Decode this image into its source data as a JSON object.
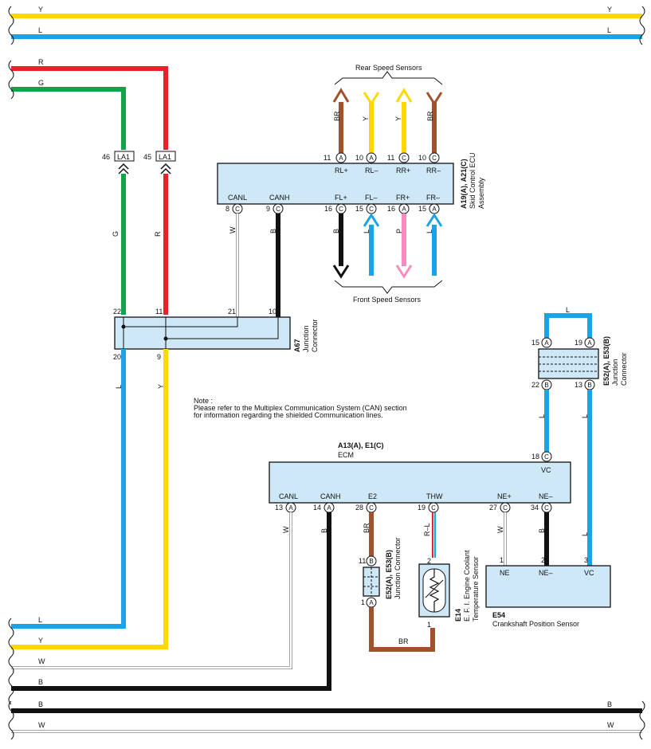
{
  "colors": {
    "Y": "#ffd800",
    "L": "#1aa3e8",
    "R": "#e8212a",
    "G": "#10a44a",
    "BR": "#a0522d",
    "B": "#111111",
    "P": "#f48cc0",
    "W": "#ffffff",
    "component_fill": "#cfe8f7"
  },
  "top_wires": {
    "y_label": "Y",
    "l_label": "L",
    "r_label": "R",
    "g_label": "G"
  },
  "bottom_wires": {
    "l_label": "L",
    "y_label": "Y",
    "w_label": "W",
    "b_label": "B",
    "b_bus_label": "B",
    "w_bus_label": "W"
  },
  "la1": {
    "left_pin": "46",
    "left_name": "LA1",
    "right_pin": "45",
    "right_name": "LA1",
    "g_label": "G",
    "r_label": "R"
  },
  "skid_ecu": {
    "code": "A19(A), A21(C)",
    "name_line1": "Skid Control ECU",
    "name_line2": "Assembly",
    "rear_caption": "Rear Speed Sensors",
    "front_caption": "Front Speed Sensors",
    "top_pins": [
      {
        "num": "11",
        "conn": "A",
        "term": "RL+",
        "wire": "BR"
      },
      {
        "num": "10",
        "conn": "A",
        "term": "RL–",
        "wire": "Y"
      },
      {
        "num": "11",
        "conn": "C",
        "term": "RR+",
        "wire": "Y"
      },
      {
        "num": "10",
        "conn": "C",
        "term": "RR–",
        "wire": "BR"
      }
    ],
    "bottom_pins": [
      {
        "num": "8",
        "conn": "C",
        "term": "CANL",
        "wire": "W"
      },
      {
        "num": "9",
        "conn": "C",
        "term": "CANH",
        "wire": "B"
      },
      {
        "num": "16",
        "conn": "C",
        "term": "FL+",
        "wire": "B"
      },
      {
        "num": "15",
        "conn": "C",
        "term": "FL–",
        "wire": "L"
      },
      {
        "num": "16",
        "conn": "A",
        "term": "FR+",
        "wire": "P"
      },
      {
        "num": "15",
        "conn": "A",
        "term": "FR–",
        "wire": "L"
      }
    ]
  },
  "a67": {
    "code": "A67",
    "name_line1": "Junction",
    "name_line2": "Connector",
    "top_pins": [
      "22",
      "11",
      "21",
      "10"
    ],
    "bottom_pins": [
      "20",
      "9"
    ],
    "l_label": "L",
    "y_label": "Y"
  },
  "note": {
    "line1": "Note :",
    "line2": "Please refer to the Multiplex Communication System (CAN) section",
    "line3": "for information regarding the shielded Communication lines."
  },
  "e52_top": {
    "code": "E52(A), E53(B)",
    "name_line1": "Junction",
    "name_line2": "Connector",
    "l_loop_label": "L",
    "pins_top": [
      {
        "num": "15",
        "conn": "A"
      },
      {
        "num": "19",
        "conn": "A"
      }
    ],
    "pins_bottom": [
      {
        "num": "22",
        "conn": "B"
      },
      {
        "num": "13",
        "conn": "B"
      }
    ],
    "wire_label_left": "L",
    "wire_label_right": "L"
  },
  "ecm": {
    "code": "A13(A), E1(C)",
    "name": "ECM",
    "vc_pin": {
      "num": "18",
      "conn": "C",
      "term": "VC"
    },
    "bottom_pins": [
      {
        "num": "13",
        "conn": "A",
        "term": "CANL",
        "wire": "W"
      },
      {
        "num": "14",
        "conn": "A",
        "term": "CANH",
        "wire": "B"
      },
      {
        "num": "28",
        "conn": "C",
        "term": "E2",
        "wire": "BR"
      },
      {
        "num": "19",
        "conn": "C",
        "term": "THW",
        "wire": "R–L"
      },
      {
        "num": "27",
        "conn": "C",
        "term": "NE+",
        "wire": "W"
      },
      {
        "num": "34",
        "conn": "C",
        "term": "NE–",
        "wire": "B"
      }
    ],
    "vc_wire": "L"
  },
  "e52_bottom": {
    "code": "E52(A), E53(B)",
    "name": "Junction Connector",
    "top_pin": {
      "num": "11",
      "conn": "B"
    },
    "bottom_pin": {
      "num": "1",
      "conn": "A"
    }
  },
  "e14": {
    "code": "E14",
    "name_line1": "E. F. I.  Engine Coolant",
    "name_line2": "Temperature Sensor",
    "pin_top": "2",
    "pin_bottom": "1",
    "br_label": "BR"
  },
  "e54": {
    "code": "E54",
    "name": "Crankshaft Position Sensor",
    "pins": [
      {
        "num": "1",
        "term": "NE"
      },
      {
        "num": "2",
        "term": "NE–"
      },
      {
        "num": "3",
        "term": "VC"
      }
    ]
  }
}
